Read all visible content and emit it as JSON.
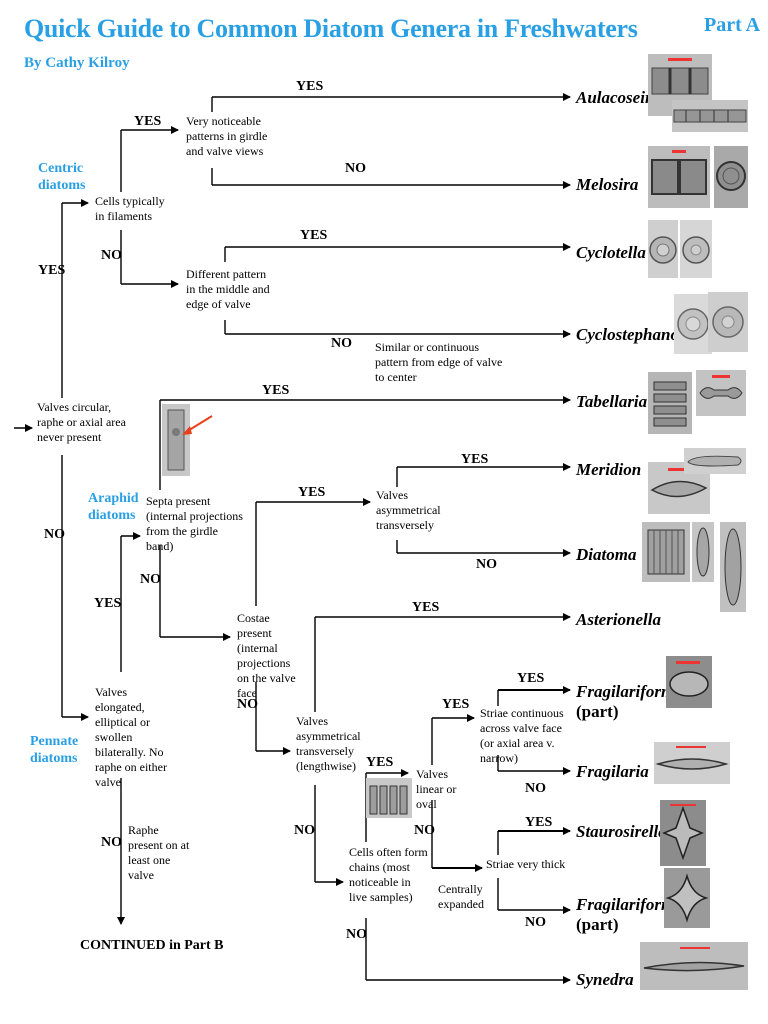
{
  "header": {
    "title": "Quick Guide to Common Diatom Genera in Freshwaters",
    "author": "By Cathy Kilroy",
    "part": "Part A"
  },
  "groups": {
    "centric": "Centric diatoms",
    "araphid": "Araphid diatoms",
    "pennate": "Pennate diatoms"
  },
  "nodes": {
    "valves_circular": "Valves circular, raphe or axial area never present",
    "cells_filaments": "Cells typically in filaments",
    "noticeable_patterns": "Very noticeable patterns in girdle and valve views",
    "different_pattern": "Different pattern in the middle and edge of valve",
    "similar_pattern": "Similar or continuous pattern from edge of valve to center",
    "valves_elongated": "Valves elongated, elliptical or swollen bilaterally. No raphe on either valve",
    "septa_present": "Septa present (internal projections from the girdle band)",
    "valves_asym_trans": "Valves asymmetrical transversely",
    "costae_present": "Costae present (internal projections on the valve face",
    "valves_asym_length": "Valves asymmetrical transversely (lengthwise)",
    "valves_linear": "Valves linear or oval",
    "striae_continuous": "Striae continuous across valve face (or axial area v. narrow)",
    "striae_thick": "Striae very thick",
    "centrally_expanded": "Centrally expanded",
    "cells_chains": "Cells often form chains (most noticeable in live samples)",
    "raphe_present": "Raphe present on at least one valve",
    "continued": "CONTINUED in Part B"
  },
  "labels": {
    "yes": "YES",
    "no": "NO"
  },
  "genera": {
    "aulacoseira": "Aulacoseira",
    "melosira": "Melosira",
    "cyclotella": "Cyclotella",
    "cyclostephanos": "Cyclostephanos",
    "tabellaria": "Tabellaria",
    "meridion": "Meridion",
    "diatoma": "Diatoma",
    "asterionella": "Asterionella",
    "fragilariforma": "Fragilariforma",
    "part": "(part)",
    "fragilaria": "Fragilaria",
    "staurosirella": "Staurosirella",
    "synedra": "Synedra"
  },
  "colors": {
    "accent": "#2aa0e4",
    "arrow_marker": "#e8401c"
  }
}
